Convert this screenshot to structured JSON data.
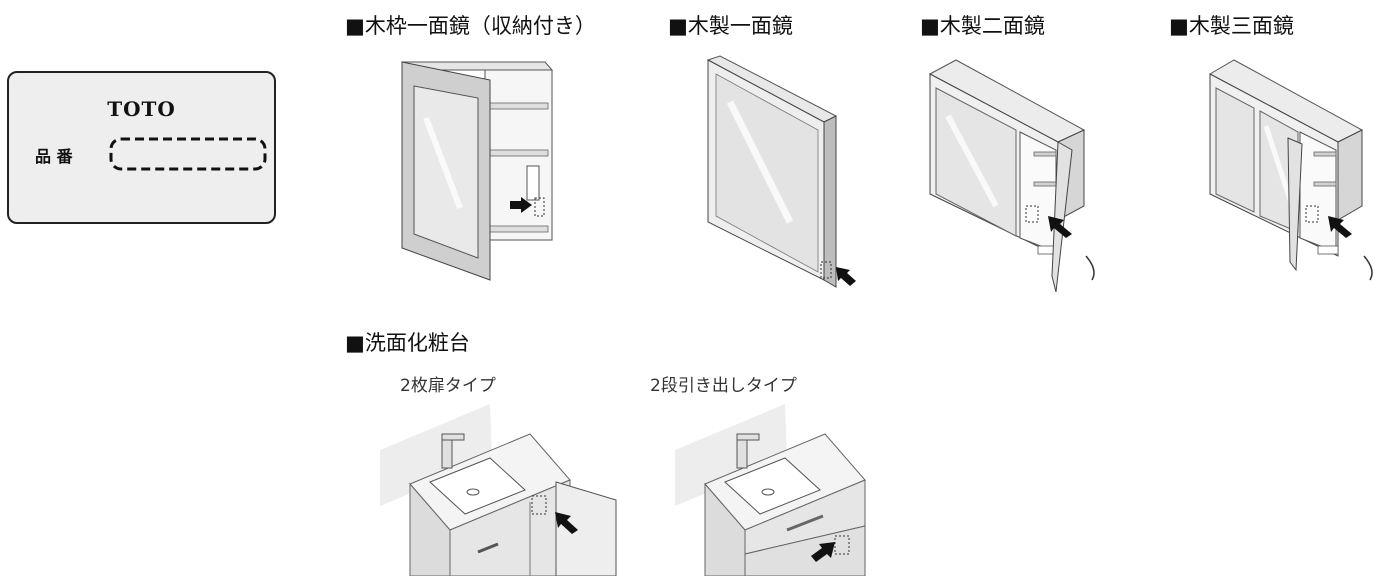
{
  "label_card": {
    "brand": "TOTO",
    "part_number_label": "品 番"
  },
  "mirror_cabinets": [
    {
      "title": "■木枠一面鏡（収納付き）"
    },
    {
      "title": "■木製一面鏡"
    },
    {
      "title": "■木製二面鏡"
    },
    {
      "title": "■木製三面鏡"
    }
  ],
  "vanity": {
    "title": "■洗面化粧台",
    "types": [
      {
        "title": "2枚扉タイプ"
      },
      {
        "title": "2段引き出しタイプ"
      }
    ]
  }
}
